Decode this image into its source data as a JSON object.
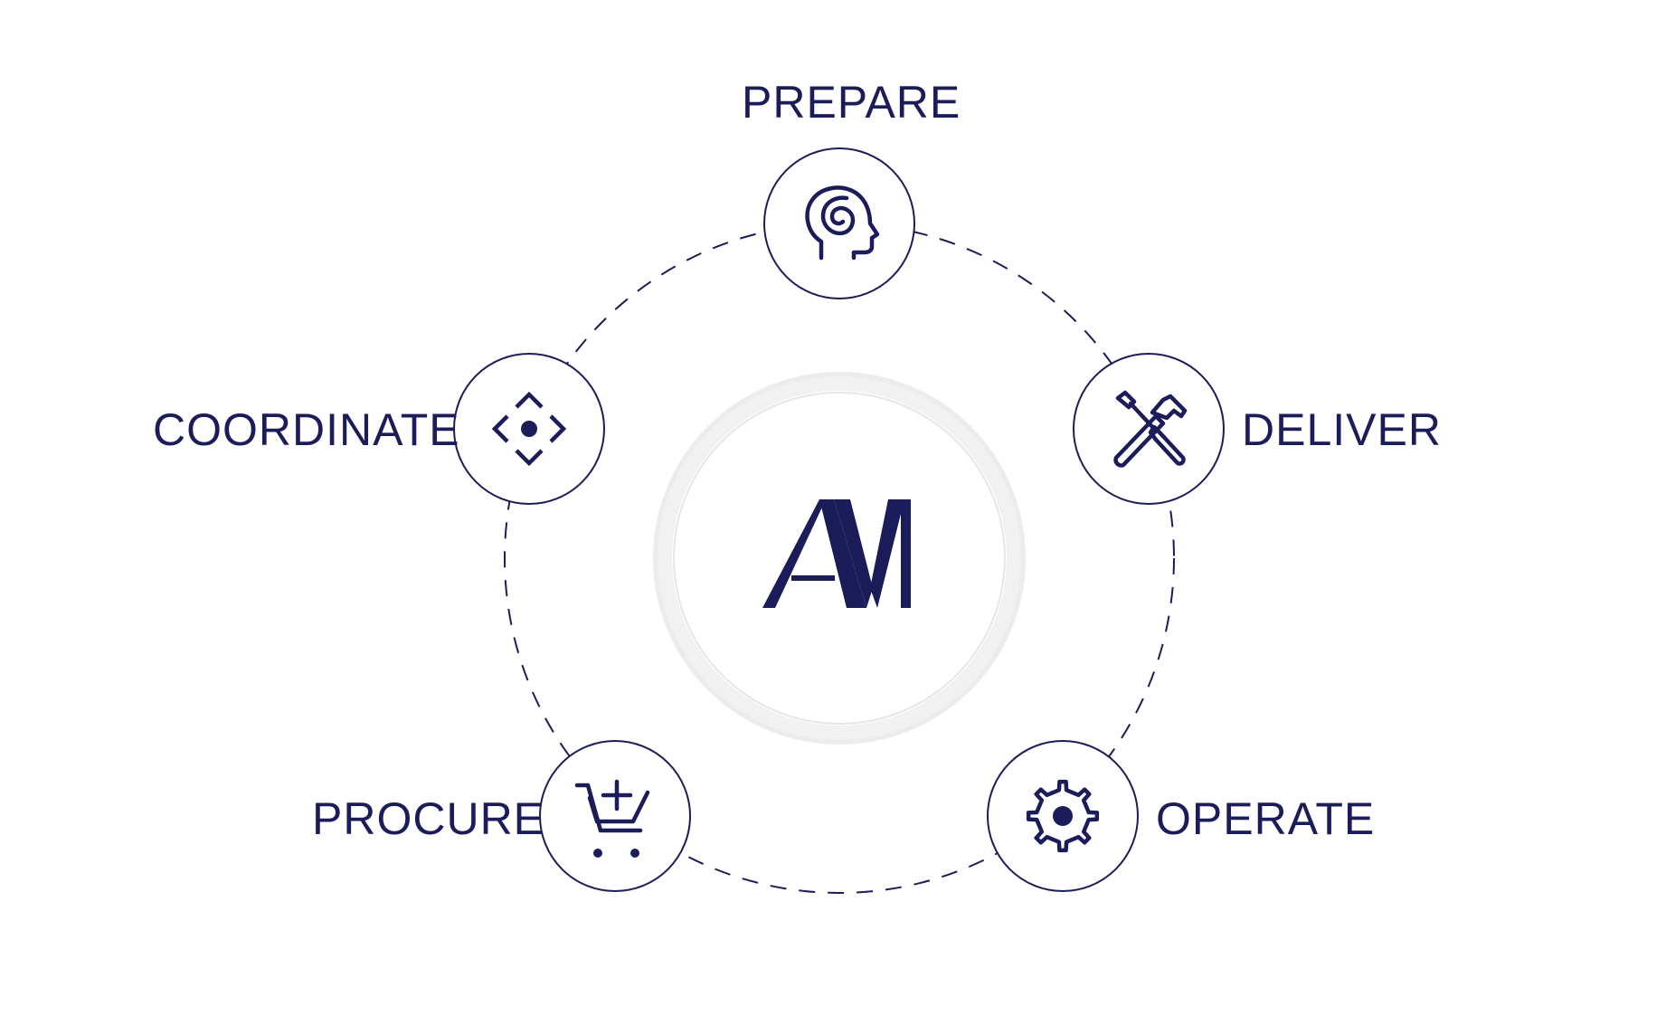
{
  "colors": {
    "primary": "#1b1d5a",
    "ring": "#ececec",
    "background": "#ffffff"
  },
  "center": {
    "logo_text": "AM",
    "logo_name": "am-logo"
  },
  "steps": [
    {
      "id": "prepare",
      "label": "PREPARE",
      "icon": "head-spiral-icon"
    },
    {
      "id": "deliver",
      "label": "DELIVER",
      "icon": "tools-icon"
    },
    {
      "id": "operate",
      "label": "OPERATE",
      "icon": "gear-icon"
    },
    {
      "id": "procure",
      "label": "PROCURE",
      "icon": "cart-plus-icon"
    },
    {
      "id": "coordinate",
      "label": "COORDINATE",
      "icon": "target-diamond-icon"
    }
  ]
}
